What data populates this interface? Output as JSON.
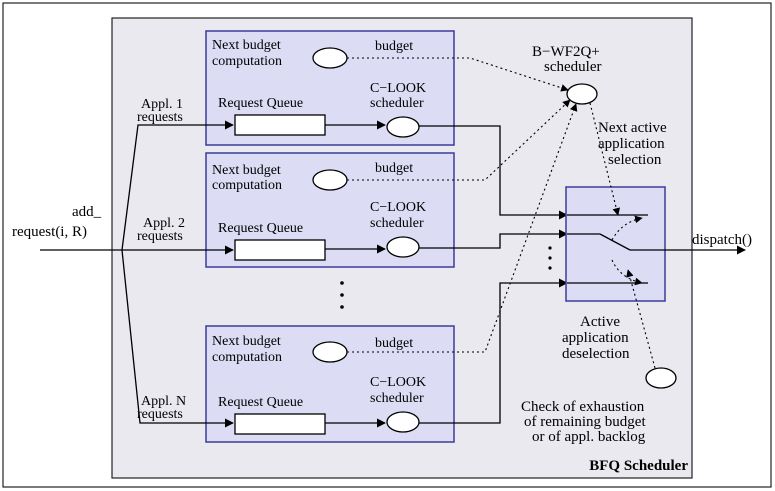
{
  "input": {
    "label_line1": "add_",
    "label_line2": "request(i, R)"
  },
  "output": {
    "label": "dispatch()"
  },
  "scheduler": {
    "title": "BFQ Scheduler"
  },
  "bwf2q": {
    "label_line1": "B−WF2Q+",
    "label_line2": "scheduler"
  },
  "next_active": {
    "line1": "Next active",
    "line2": "application",
    "line3": "selection"
  },
  "deselection": {
    "line1": "Active",
    "line2": "application",
    "line3": "deselection"
  },
  "exhaustion": {
    "line1": "Check of exhaustion",
    "line2": "of remaining budget",
    "line3": "or of appl. backlog"
  },
  "apps": [
    {
      "requests_line1": "Appl. 1",
      "requests_line2": "requests",
      "budget_comp_line1": "Next budget",
      "budget_comp_line2": "computation",
      "budget": "budget",
      "queue": "Request Queue",
      "clook_line1": "C−LOOK",
      "clook_line2": "scheduler"
    },
    {
      "requests_line1": "Appl. 2",
      "requests_line2": "requests",
      "budget_comp_line1": "Next budget",
      "budget_comp_line2": "computation",
      "budget": "budget",
      "queue": "Request Queue",
      "clook_line1": "C−LOOK",
      "clook_line2": "scheduler"
    },
    {
      "requests_line1": "Appl. N",
      "requests_line2": "requests",
      "budget_comp_line1": "Next budget",
      "budget_comp_line2": "computation",
      "budget": "budget",
      "queue": "Request Queue",
      "clook_line1": "C−LOOK",
      "clook_line2": "scheduler"
    }
  ],
  "colors": {
    "scheduler_fill": "#e9e9ef",
    "app_fill": "#dcdcf4",
    "app_stroke": "#3c3c9c"
  }
}
